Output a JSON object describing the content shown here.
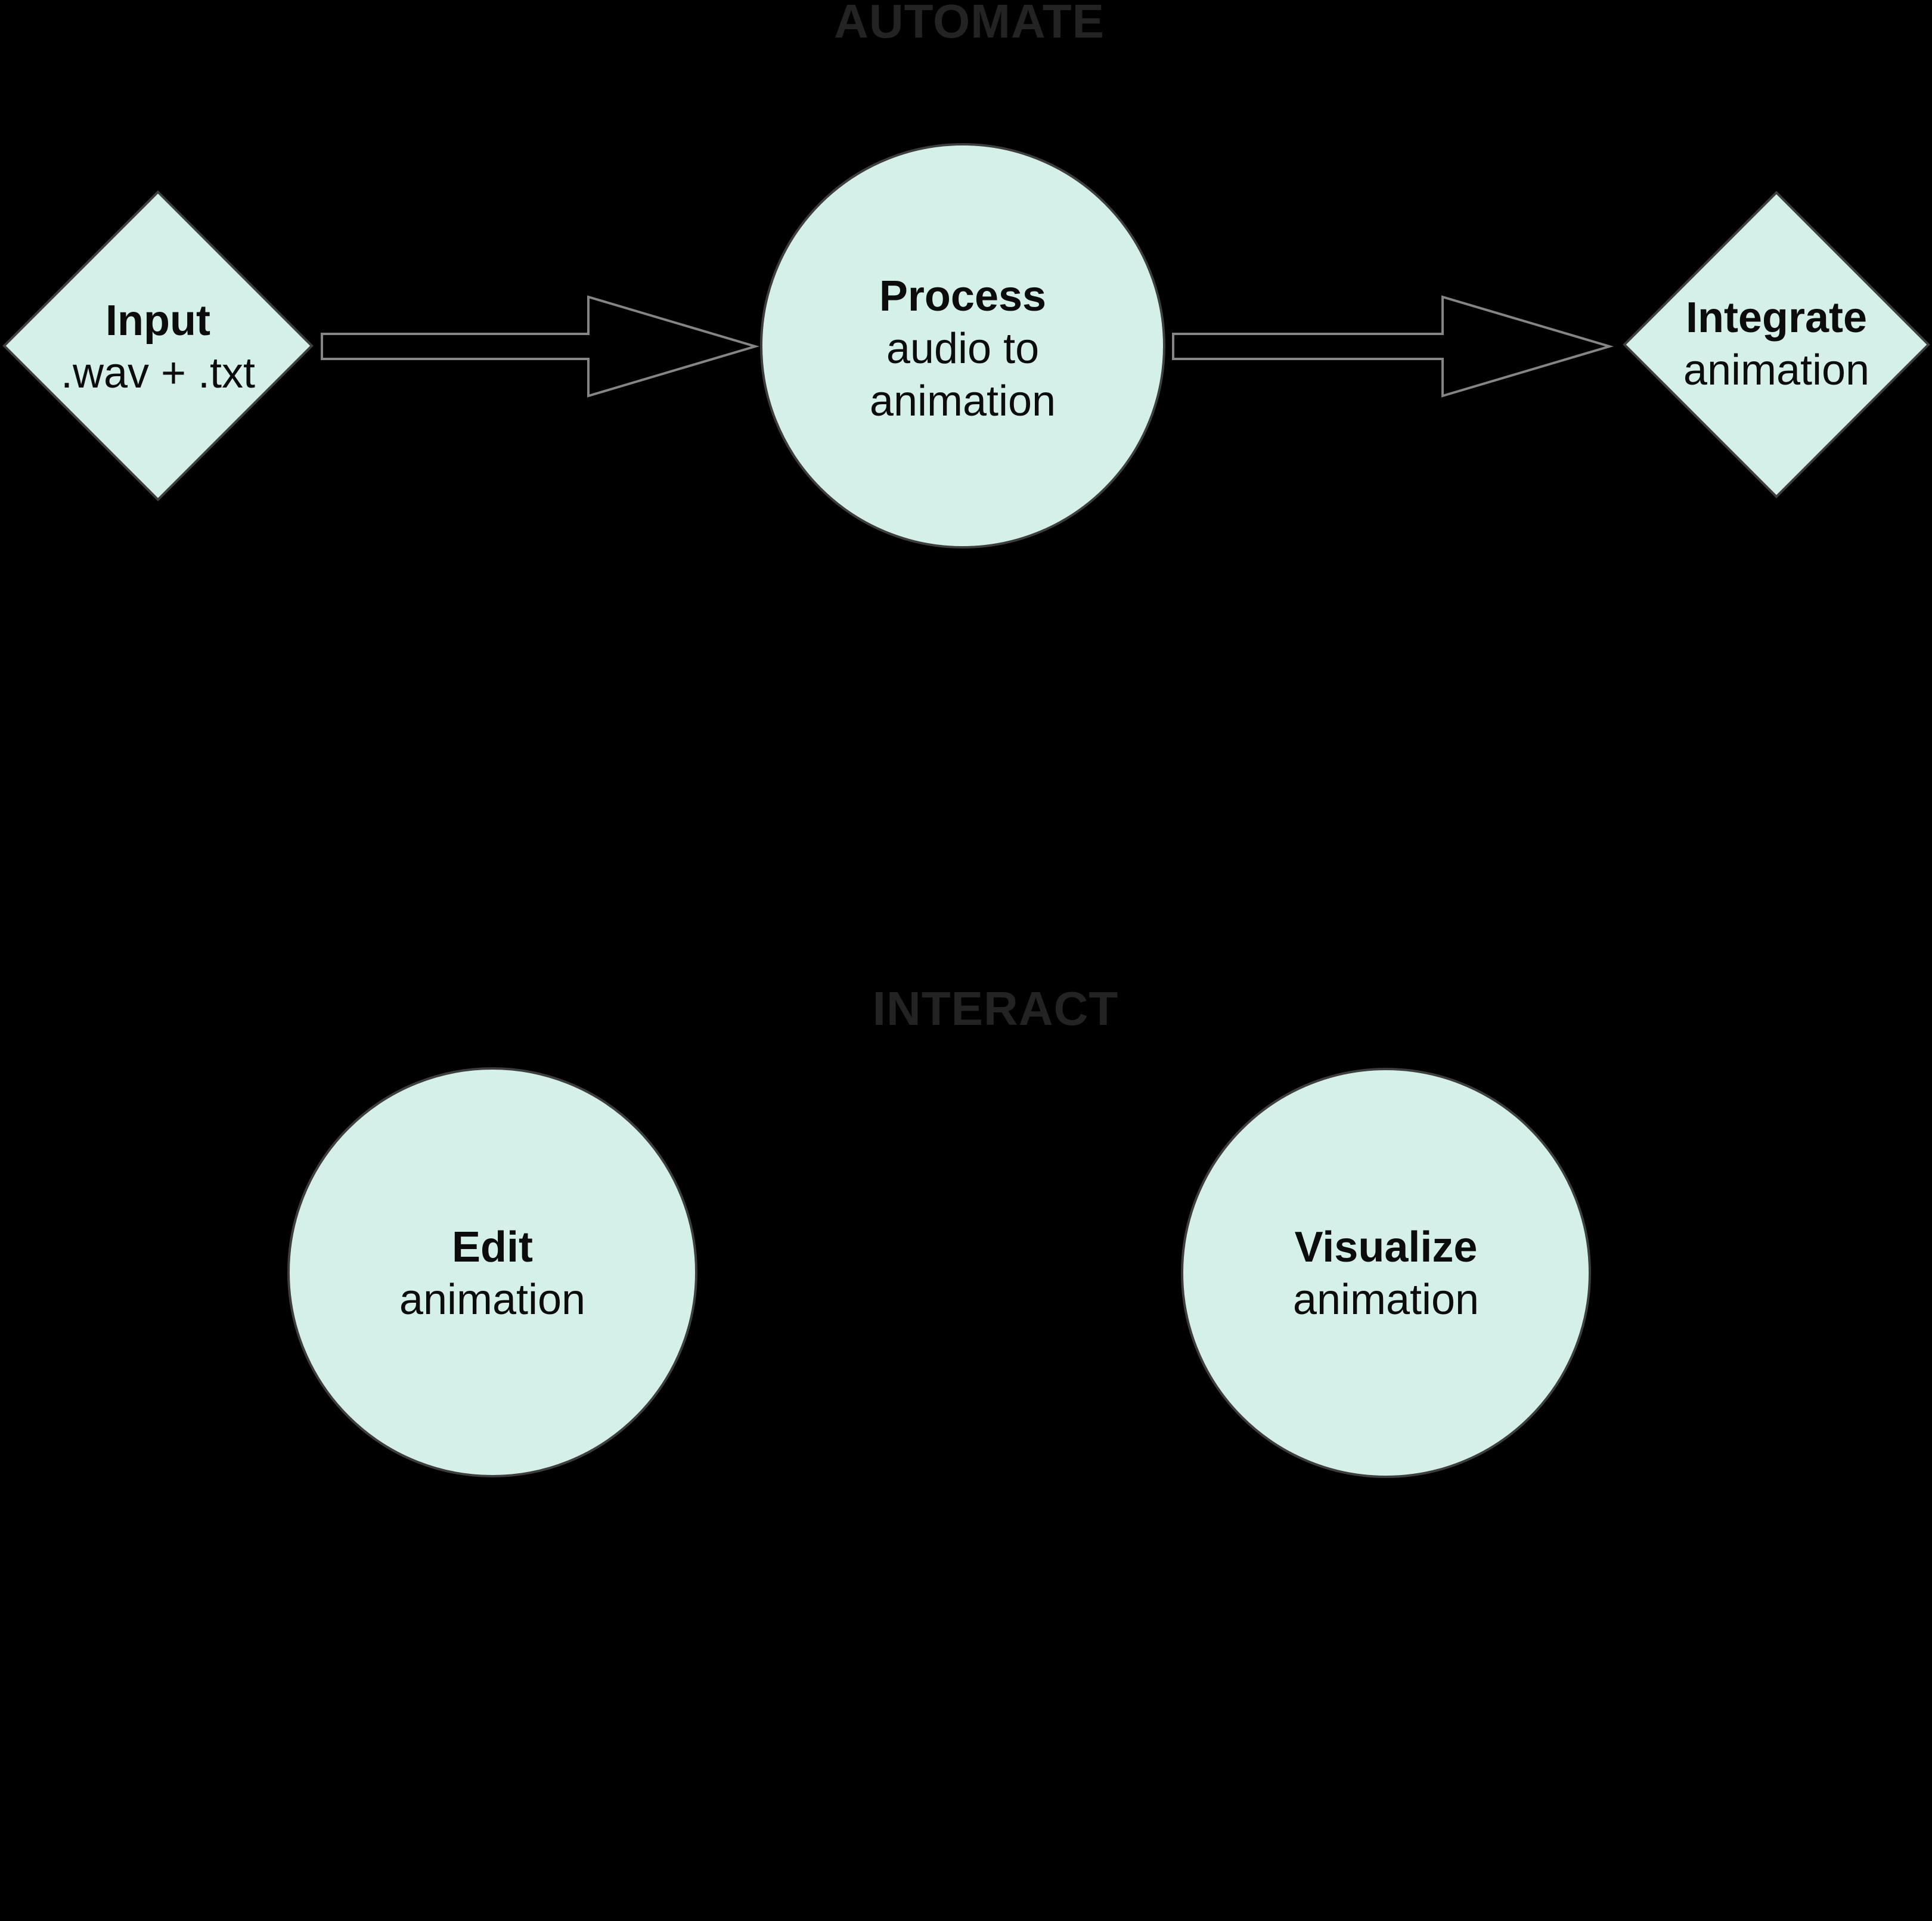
{
  "diagram": {
    "sections": [
      {
        "id": "automate",
        "label": "AUTOMATE"
      },
      {
        "id": "interact",
        "label": "INTERACT"
      }
    ],
    "nodes": {
      "input": {
        "shape": "diamond",
        "title": "Input",
        "subtitle_lines": [
          ".wav + .txt"
        ]
      },
      "process": {
        "shape": "circle",
        "title": "Process",
        "subtitle_lines": [
          "audio to",
          "animation"
        ]
      },
      "integrate": {
        "shape": "diamond",
        "title": "Integrate",
        "subtitle_lines": [
          "animation"
        ]
      },
      "edit": {
        "shape": "circle",
        "title": "Edit",
        "subtitle_lines": [
          "animation"
        ]
      },
      "visualize": {
        "shape": "circle",
        "title": "Visualize",
        "subtitle_lines": [
          "animation"
        ]
      }
    },
    "connections": [
      {
        "from": "input",
        "to": "process",
        "type": "block-arrow"
      },
      {
        "from": "process",
        "to": "integrate",
        "type": "block-arrow"
      }
    ]
  },
  "theme": {
    "background": "#000000",
    "node_fill": "#d5f0e9",
    "node_border": "#3e3e3e",
    "arrow_stroke": "#858585",
    "section_label_color": "#232323",
    "node_text_color": "#0c0c0c"
  }
}
